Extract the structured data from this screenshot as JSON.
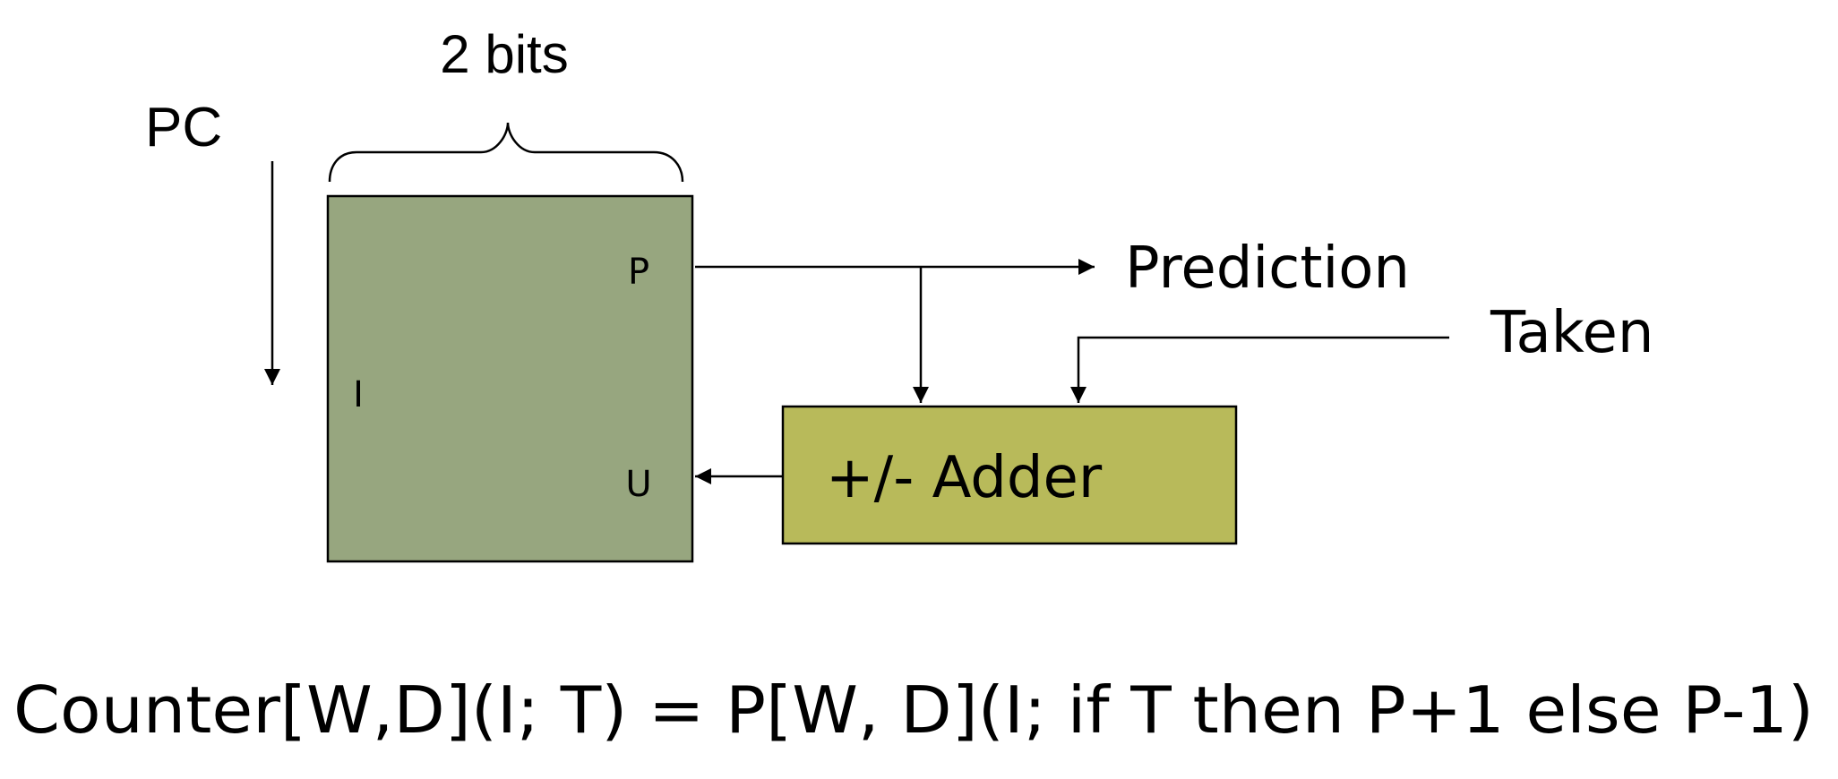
{
  "table": {
    "width_label": "2 bits",
    "port_predict": "P",
    "port_index": "I",
    "port_update": "U",
    "fill_color": "#97a67f"
  },
  "pc_label": "PC",
  "adder": {
    "label": "+/- Adder",
    "fill_color": "#b8ba5a"
  },
  "outputs": {
    "prediction": "Prediction"
  },
  "inputs": {
    "taken": "Taken"
  },
  "equation": "Counter[W,D](I; T) = P[W, D](I; if T then P+1 else P-1)"
}
